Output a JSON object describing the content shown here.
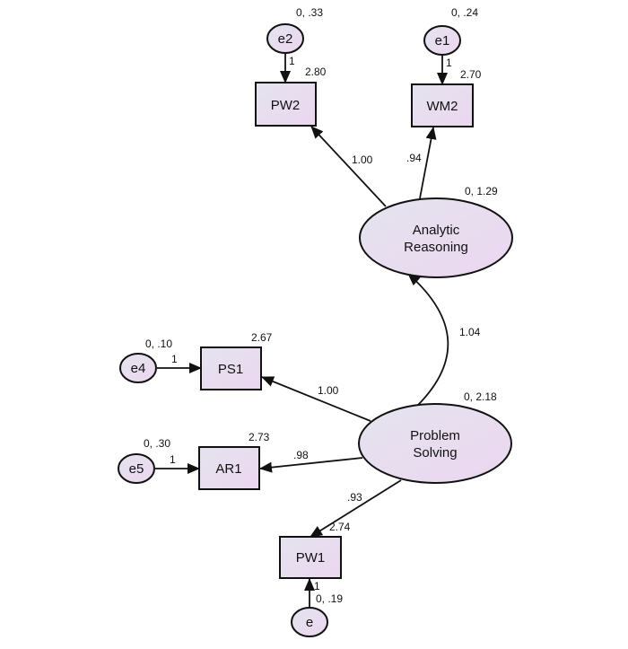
{
  "latent": {
    "analytic_reasoning": {
      "line1": "Analytic",
      "line2": "Reasoning",
      "variance": "0, 1.29"
    },
    "problem_solving": {
      "line1": "Problem",
      "line2": "Solving",
      "variance": "0, 2.18"
    }
  },
  "observed": {
    "pw2": {
      "label": "PW2",
      "intercept": "2.80"
    },
    "wm2": {
      "label": "WM2",
      "intercept": "2.70"
    },
    "ps1": {
      "label": "PS1",
      "intercept": "2.67"
    },
    "ar1": {
      "label": "AR1",
      "intercept": "2.73"
    },
    "pw1": {
      "label": "PW1",
      "intercept": "2.74"
    }
  },
  "errors": {
    "e2": {
      "label": "e2",
      "variance": "0, .33",
      "weight": "1"
    },
    "e1": {
      "label": "e1",
      "variance": "0, .24",
      "weight": "1"
    },
    "e4": {
      "label": "e4",
      "variance": "0, .10",
      "weight": "1"
    },
    "e5": {
      "label": "e5",
      "variance": "0, .30",
      "weight": "1"
    },
    "e": {
      "label": "e",
      "variance": "0, .19",
      "weight": "1"
    }
  },
  "paths": {
    "ar_pw2": "1.00",
    "ar_wm2": ".94",
    "ps_ps1": "1.00",
    "ps_ar1": ".98",
    "ps_pw1": ".93",
    "covariance": "1.04"
  },
  "colors": {
    "node_fill_start": "#e4e4ee",
    "node_fill_end": "#ecd6f0",
    "stroke": "#111111"
  }
}
